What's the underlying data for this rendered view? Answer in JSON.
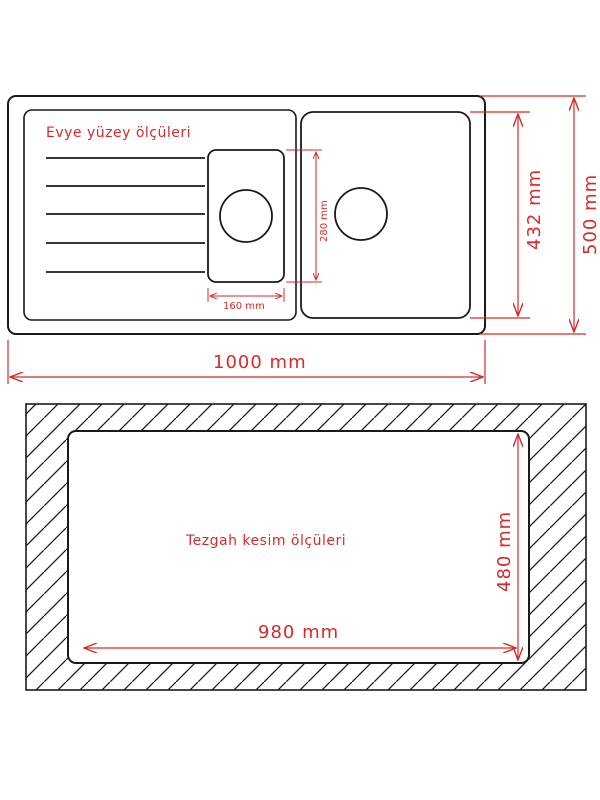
{
  "colors": {
    "outline": "#1a1a1a",
    "dimension": "#d42b2b",
    "background": "#ffffff"
  },
  "top_view": {
    "title": "Evye yüzey ölçüleri",
    "small_bowl_width": "160 mm",
    "small_bowl_height": "280 mm",
    "inner_height": "432 mm",
    "total_height": "500 mm",
    "total_width": "1000 mm"
  },
  "cutout_view": {
    "title": "Tezgah kesim ölçüleri",
    "cut_width": "980 mm",
    "cut_height": "480 mm"
  }
}
